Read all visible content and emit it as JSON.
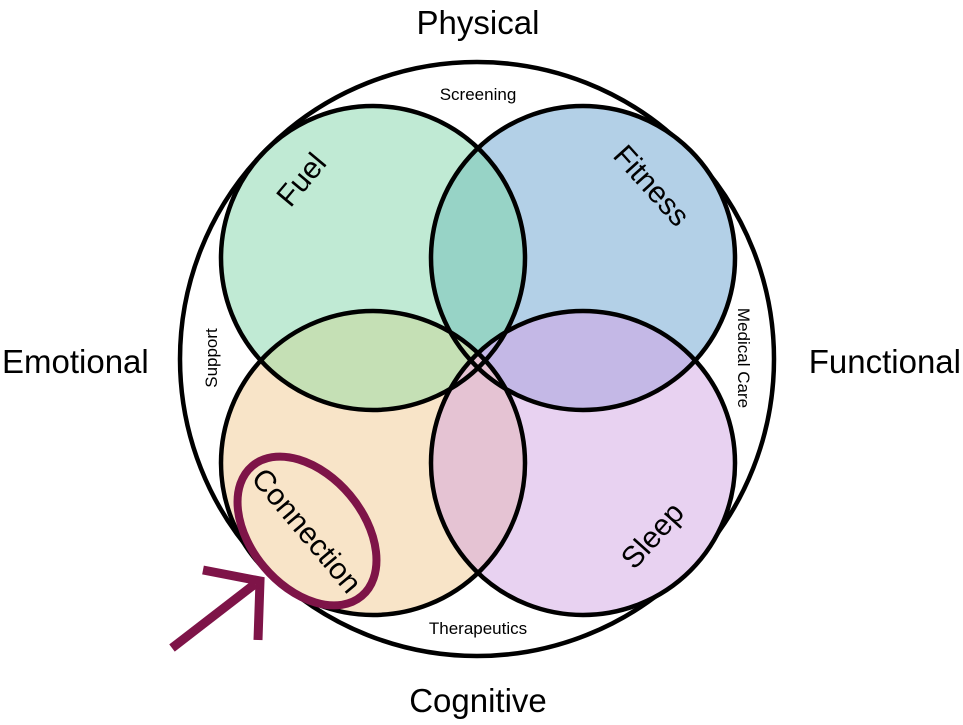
{
  "dimensions": {
    "top": "Physical",
    "left": "Emotional",
    "right": "Functional",
    "bottom": "Cognitive"
  },
  "ring_labels": {
    "top": "Screening",
    "left": "Support",
    "right": "Medical Care",
    "bottom": "Therapeutics"
  },
  "pillars": {
    "fuel": "Fuel",
    "fitness": "Fitness",
    "connection": "Connection",
    "sleep": "Sleep"
  },
  "highlighted_pillar": "Connection",
  "colors": {
    "fuel": "#c0ead4",
    "fitness": "#b3d0e7",
    "connection": "#f8e4c8",
    "sleep": "#e8d2f1",
    "fuel_fitness_overlap": "#97d3c6",
    "fuel_connection_overlap": "#c5e0b5",
    "fitness_sleep_overlap": "#c4b8e6",
    "connection_sleep_overlap": "#e5c3d3",
    "highlight": "#7e1448",
    "stroke": "#000000"
  }
}
